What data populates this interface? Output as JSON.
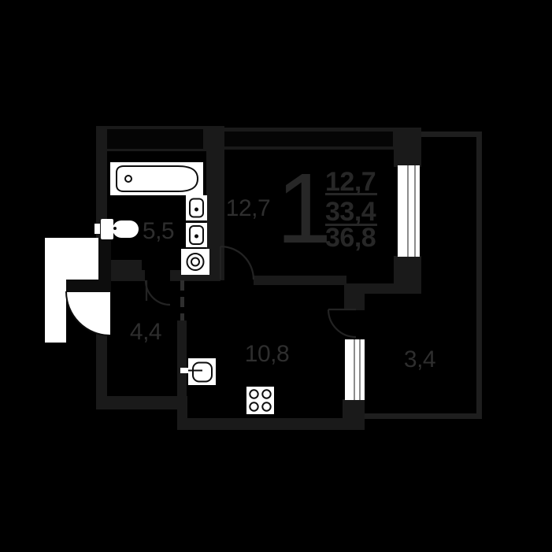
{
  "title": "apartment-floor-plan",
  "colors": {
    "bg": "#000000",
    "wall": "#1a1a1a",
    "wall-core": "#050505",
    "rail": "#1e1e1e",
    "white": "#ffffff",
    "win-div": "#8c8c8c",
    "ink": "#0d0d0d",
    "door": "#232323",
    "dash": "#2e2e2e",
    "text-room": "#2e2e2e",
    "text-stats": "#272727"
  },
  "stats": {
    "rooms_count": "1",
    "living_area": "12,7",
    "area": "33,4",
    "total_area": "36,8"
  },
  "rooms": {
    "living": "12,7",
    "bathroom": "5,5",
    "hall": "4,4",
    "kitchen": "10,8",
    "balcony": "3,4"
  },
  "fixtures": [
    "bathtub-icon",
    "toilet-icon",
    "sink-icon",
    "sink-icon",
    "washing-machine-icon",
    "kitchen-sink-icon",
    "stove-icon",
    "window-icon",
    "window-icon",
    "door-swing-icon"
  ]
}
